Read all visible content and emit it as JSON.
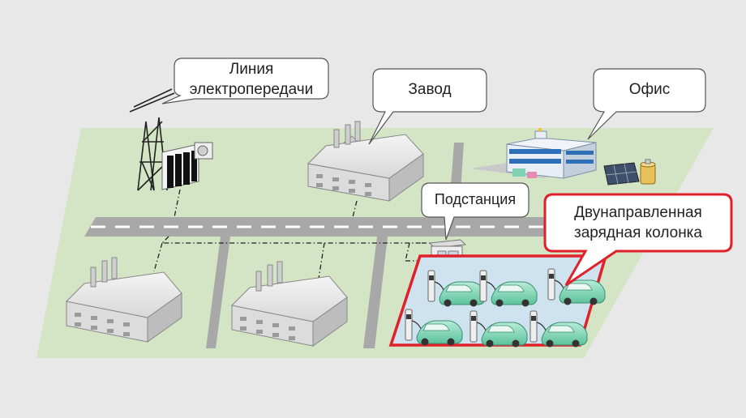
{
  "labels": {
    "power_line": [
      "Линия",
      "электропередачи"
    ],
    "factory": "Завод",
    "office": "Офис",
    "substation": "Подстанция",
    "charger": [
      "Двунаправленная",
      "зарядная колонка"
    ]
  },
  "colors": {
    "background": "#e8e8e8",
    "ground": "#d6e6c8",
    "road": "#a9a9a9",
    "highlight_border": "#e0202a",
    "parking_area": "#cfe2f0",
    "car": "#7fd3b4"
  }
}
